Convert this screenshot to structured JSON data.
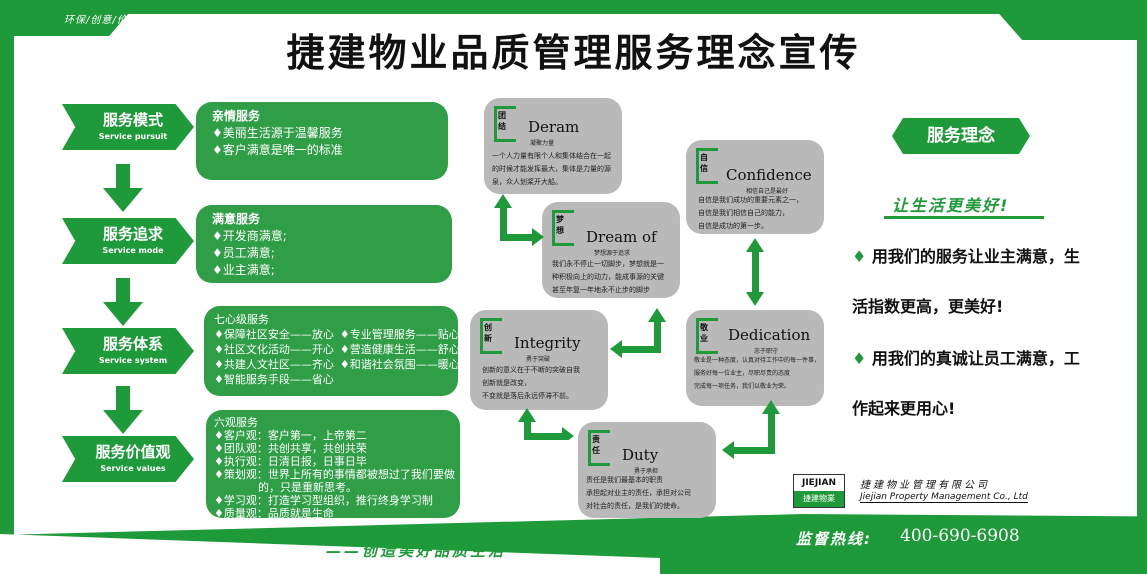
{
  "title": "捷建物业品质管理服务理念宣传",
  "tab_left": "环保/创意/价值",
  "steps": [
    {
      "cn": "服务模式",
      "en": "Service pursuit"
    },
    {
      "cn": "服务追求",
      "en": "Service mode"
    },
    {
      "cn": "服务体系",
      "en": "Service system"
    },
    {
      "cn": "服务价值观",
      "en": "Service values"
    }
  ],
  "box1": {
    "head": "亲情服务",
    "items": [
      "♦美丽生活源于温馨服务",
      "♦客户满意是唯一的标准"
    ]
  },
  "box2": {
    "head": "满意服务",
    "items": [
      "♦开发商满意;",
      "♦员工满意;",
      "♦业主满意;"
    ]
  },
  "box3": {
    "head": "七心级服务",
    "left": [
      "♦保障社区安全——放心",
      "♦社区文化活动——开心",
      "♦共建人文社区——齐心",
      "♦智能服务手段——省心"
    ],
    "right": [
      "♦专业管理服务——贴心",
      "♦营造健康生活——舒心",
      "♦和谐社会氛围——暖心"
    ]
  },
  "box4": {
    "head": "六观服务",
    "items": [
      "♦客户观：客户第一，上帝第二",
      "♦团队观：共创共享，共创共荣",
      "♦执行观：日清日报，日事日毕",
      "♦策划观：世界上所有的事情都被想过了我们要做",
      "　　　　的，只是重新思考。",
      "♦学习观：打造学习型组织，推行终身学习制",
      "♦质量观：品质就是生命"
    ]
  },
  "cards": {
    "deram": {
      "cn": "团结",
      "en": "Deram",
      "sub": "凝聚力量",
      "body": [
        "一个人力量有限个人和集体结合在一起",
        "的时候才能发挥最大，集体是力量的源",
        "泉，众人划桨开大船。"
      ]
    },
    "dream": {
      "cn": "梦想",
      "en": "Dream of",
      "sub": "梦想源于追求",
      "body": [
        "我们永不停止一切脚步，梦想就是一",
        "种积极向上的动力，能成事源的关键",
        "甚至年复一年地永不止步的脚步"
      ]
    },
    "confidence": {
      "cn": "自信",
      "en": "Confidence",
      "sub": "相信自己是最好",
      "body": [
        "自信是我们成功的重要元素之一，",
        "自信是我们相信自己的能力，",
        "自信是成功的第一步。"
      ]
    },
    "integrity": {
      "cn": "创新",
      "en": "Integrity",
      "sub": "勇于突破",
      "body": [
        "创新的意义在于不断的突破自我",
        "创新就是改变，",
        "不变就是落后永远停滞不前。"
      ]
    },
    "dedication": {
      "cn": "敬业",
      "en": "Dedication",
      "sub": "忠于职守",
      "body": [
        "敬业是一种态度，认真对待工作中的每一件事，",
        "服务好每一位业主，尽职尽责的态度",
        "完成每一项任务，我们以敬业为荣。"
      ]
    },
    "duty": {
      "cn": "责任",
      "en": "Duty",
      "sub": "勇于承担",
      "body": [
        "责任是我们最基本的职责",
        "承担起对业主的责任，承担对公司",
        "对社会的责任，是我们的使命。"
      ]
    }
  },
  "right": {
    "badge": "服务理念",
    "slogan": "让生活更美好!",
    "pledge1": [
      "用我们的服务让业主满意，生",
      "活指数更高，更美好!"
    ],
    "pledge2": [
      "用我们的真诚让员工满意，工",
      "作起来更用心!"
    ],
    "logo_top": "JIEJIAN",
    "logo_bottom": "捷建物業",
    "company_cn": "捷建物业管理有限公司",
    "company_en": "Jiejian Property Management Co., Ltd",
    "hotline_label": "监督热线:",
    "hotline_number": "400-690-6908"
  },
  "footer": "——创造美好品质生活",
  "colors": {
    "green": "#1f9a3a",
    "box_green": "#2f9e46",
    "card_grey": "#b9b9b9"
  }
}
